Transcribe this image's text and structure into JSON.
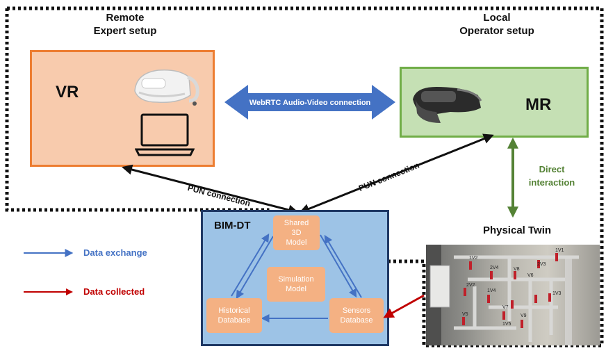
{
  "remote": {
    "title_line1": "Remote",
    "title_line2": "Expert setup",
    "mode": "VR"
  },
  "local": {
    "title_line1": "Local",
    "title_line2": "Operator setup",
    "mode": "MR"
  },
  "connection_main": "WebRTC Audio-Video connection",
  "pun_left": "PUN connection",
  "pun_right": "PUN connection",
  "direct": {
    "line1": "Direct",
    "line2": "interaction"
  },
  "physical_twin": {
    "title": "Physical Twin",
    "valve_labels": [
      "1V2",
      "1V1",
      "2V4",
      "2V3",
      "V8",
      "V6",
      "2V2",
      "1V4",
      "1V3",
      "V7",
      "V9",
      "V5",
      "1V5"
    ]
  },
  "bim": {
    "title": "BIM-DT",
    "nodes": {
      "shared": "Shared\n3D\nModel",
      "simulation": "Simulation\nModel",
      "historical": "Historical\nDatabase",
      "sensors": "Sensors\nDatabase"
    }
  },
  "legend": {
    "exchange": {
      "label": "Data exchange",
      "color": "#4472c4"
    },
    "collected": {
      "label": "Data collected",
      "color": "#c00000"
    }
  },
  "colors": {
    "vr_fill": "#f8cbad",
    "vr_border": "#ed7d31",
    "mr_fill": "#c5e0b4",
    "mr_border": "#70ad47",
    "bim_fill": "#9dc3e6",
    "bim_border": "#1f3864",
    "node_fill": "#f4b183",
    "green_text": "#548235"
  }
}
